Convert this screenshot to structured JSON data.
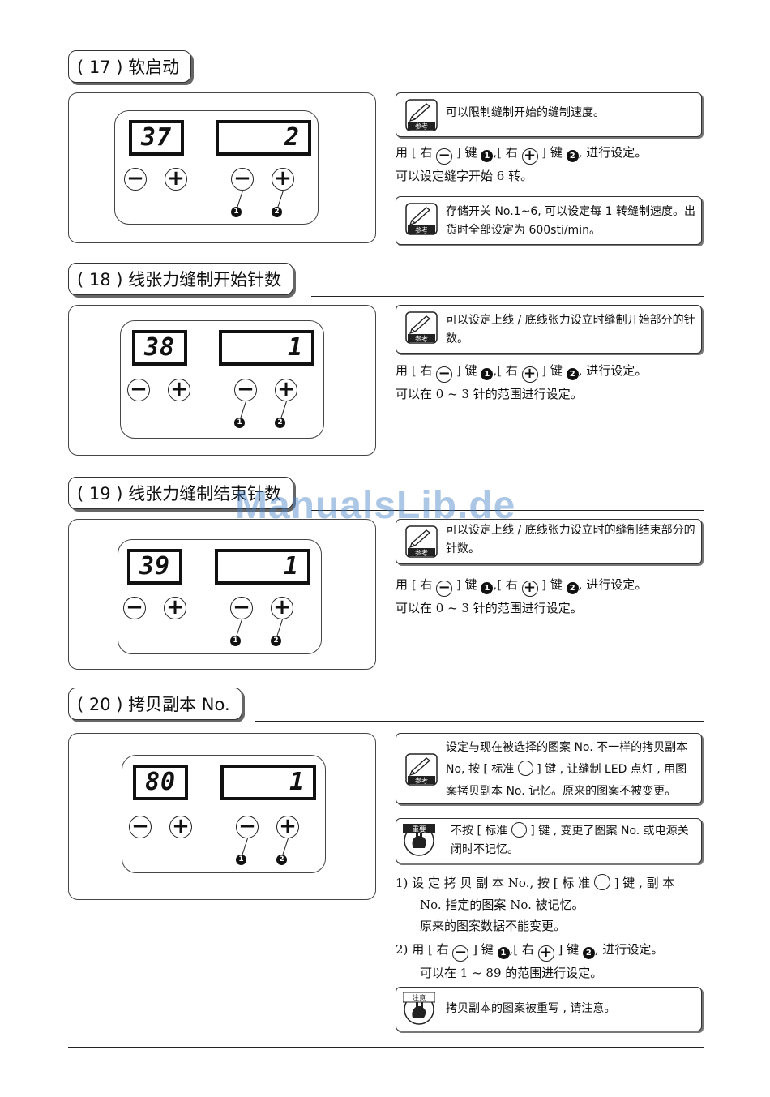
{
  "sections": [
    {
      "title": "( 17 ) 软启动",
      "display": {
        "code": "37",
        "value": "2"
      },
      "notes": [
        {
          "icon": "reference-icon",
          "tag": "参考",
          "text": "可以限制缝制开始的缝制速度。"
        },
        {
          "icon": "reference-icon",
          "tag": "参考",
          "text": "存储开关 No.1~6, 可以设定每 1 转缝制速度。出货时全部设定为 600sti/min。"
        }
      ],
      "body": {
        "pre": "用 [ 右 ",
        "mid1": " ] 键 ",
        "mid2": ",[ 右 ",
        "mid3": " ] 键 ",
        "post": ", 进行设定。",
        "line2": "可以设定缝字开始 6 转。"
      }
    },
    {
      "title": "( 18 ) 线张力缝制开始针数",
      "display": {
        "code": "38",
        "value": "1"
      },
      "notes": [
        {
          "icon": "reference-icon",
          "tag": "参考",
          "text": "可以设定上线 / 底线张力设立时缝制开始部分的针数。"
        }
      ],
      "body": {
        "pre": "用 [ 右 ",
        "mid1": " ] 键 ",
        "mid2": ",[ 右 ",
        "mid3": " ] 键 ",
        "post": ", 进行设定。",
        "line2": "可以在 0 ~ 3 针的范围进行设定。"
      }
    },
    {
      "title": "( 19 ) 线张力缝制结束针数",
      "display": {
        "code": "39",
        "value": "1"
      },
      "notes": [
        {
          "icon": "reference-icon",
          "tag": "参考",
          "text": "可以设定上线 / 底线张力设立时的缝制结束部分的针数。"
        }
      ],
      "body": {
        "pre": "用 [ 右 ",
        "mid1": " ] 键 ",
        "mid2": ",[ 右 ",
        "mid3": " ] 键 ",
        "post": ", 进行设定。",
        "line2": "可以在 0 ~ 3 针的范围进行设定。"
      }
    },
    {
      "title": "( 20 ) 拷贝副本 No.",
      "display": {
        "code": "80",
        "value": "1"
      },
      "notes": [
        {
          "icon": "reference-icon",
          "tag": "参考",
          "text_a": "设定与现在被选择的图案 No. 不一样的拷贝副本 No, 按 [ 标准 ",
          "text_b": " ] 键 , 让缝制 LED 点灯 , 用图案拷贝副本 No. 记忆。原来的图案不被变更。"
        },
        {
          "icon": "important-icon",
          "tag": "重要",
          "text_a": "不按 [ 标准 ",
          "text_b": " ] 键 , 变更了图案 No. 或电源关闭时不记忆。"
        },
        {
          "icon": "caution-icon",
          "tag": "注意",
          "text": "拷贝副本的图案被重写 , 请注意。"
        }
      ],
      "steps": [
        {
          "num": "1)",
          "line1a": "设 定 拷 贝 副 本 No., 按 [ 标 准 ",
          "line1b": " ] 键 , 副 本",
          "line2": "No. 指定的图案 No. 被记忆。",
          "line3": "原来的图案数据不能变更。"
        },
        {
          "num": "2)",
          "pre": "用 [ 右 ",
          "mid1": " ] 键 ",
          "mid2": ",[ 右 ",
          "mid3": " ] 键 ",
          "post": ", 进行设定。",
          "line2": "可以在 1 ~ 89 的范围进行设定。"
        }
      ]
    }
  ],
  "labels": {
    "minus": "−",
    "plus": "+",
    "n1": "1",
    "n2": "2"
  },
  "watermark": "ManualsLib.de"
}
